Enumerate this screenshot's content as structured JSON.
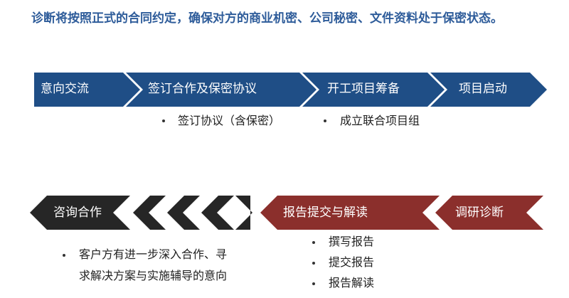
{
  "heading": "诊断将按照正式的合同约定，确保对方的商业机密、公司秘密、文件资料处于保密状态。",
  "colors": {
    "top_arrow": "#1f4e86",
    "bottom_dark": "#262626",
    "bottom_red": "#8b2f2c",
    "heading": "#2e5c9a",
    "background": "#ffffff"
  },
  "top_flow": {
    "steps": [
      {
        "label": "意向交流"
      },
      {
        "label": "签订合作及保密协议",
        "bullets": [
          "签订协议（含保密）"
        ]
      },
      {
        "label": "开工项目筹备",
        "bullets": [
          "成立联合项目组"
        ]
      },
      {
        "label": "项目启动"
      }
    ]
  },
  "bottom_flow": {
    "steps": [
      {
        "label": "调研诊断"
      },
      {
        "label": "报告提交与解读",
        "bullets": [
          "撰写报告",
          "提交报告",
          "报告解读"
        ]
      },
      {
        "label": "咨询合作",
        "bullets": [
          "客户方有进一步深入合作、寻",
          "求解决方案与实施辅导的意向"
        ]
      }
    ]
  }
}
